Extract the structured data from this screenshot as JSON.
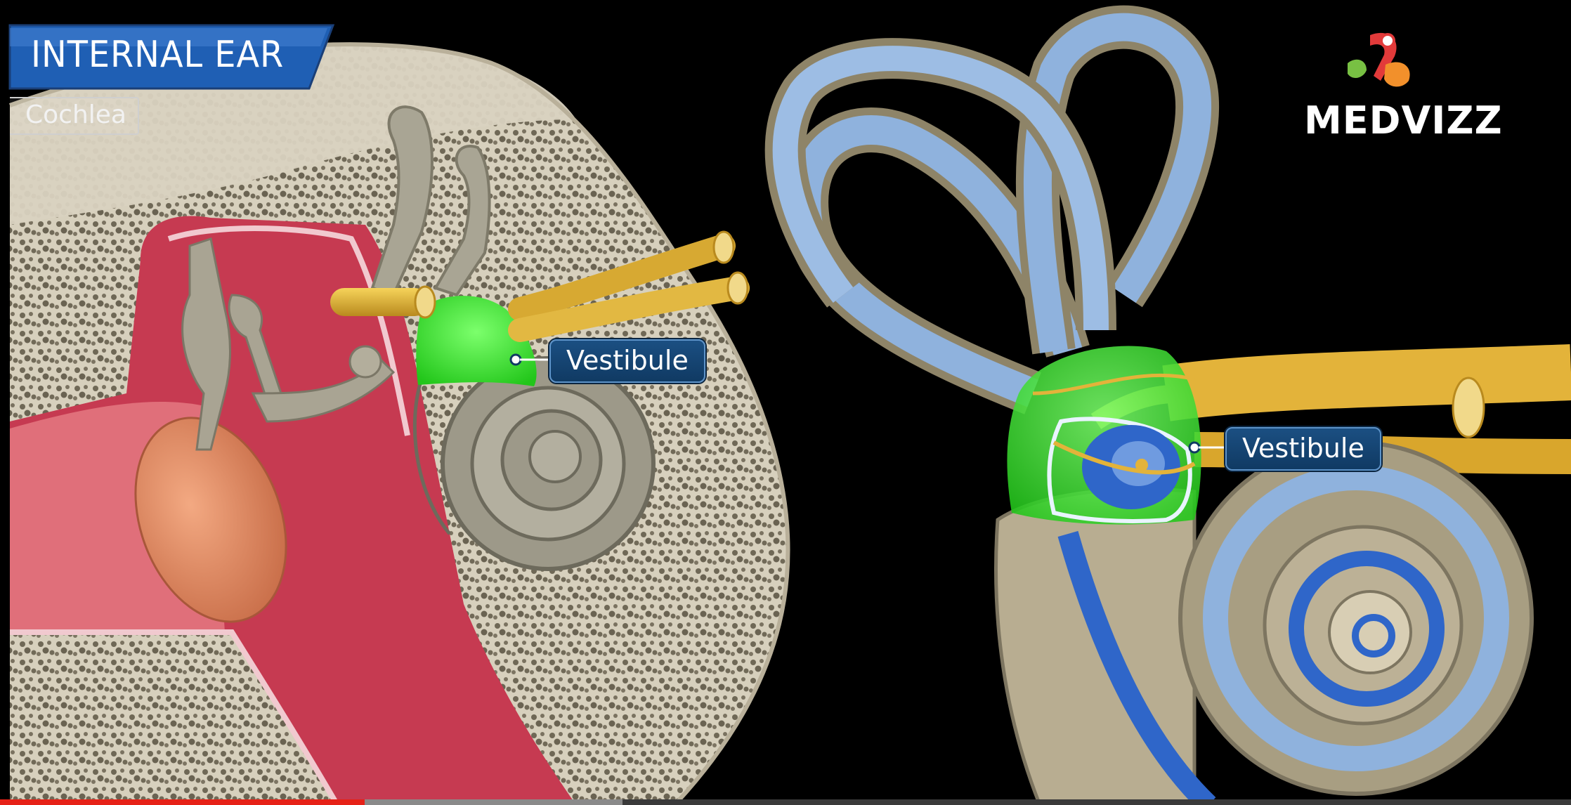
{
  "title": "INTERNAL EAR",
  "subtitle": "Cochlea",
  "logo": {
    "text": "MEDVIZZ"
  },
  "labels": {
    "left": "Vestibule",
    "right": "Vestibule"
  },
  "colors": {
    "background": "#000000",
    "title_bar": "#1f5fb4",
    "highlight": "#36e02c",
    "bone": "#d9d2c0",
    "nerve": "#e5b532",
    "canal_blue": "#8fb2dd",
    "tissue_red": "#c63a51",
    "progress": "#e62117"
  },
  "video": {
    "progress_fraction": 0.232,
    "buffered_fraction": 0.396
  }
}
